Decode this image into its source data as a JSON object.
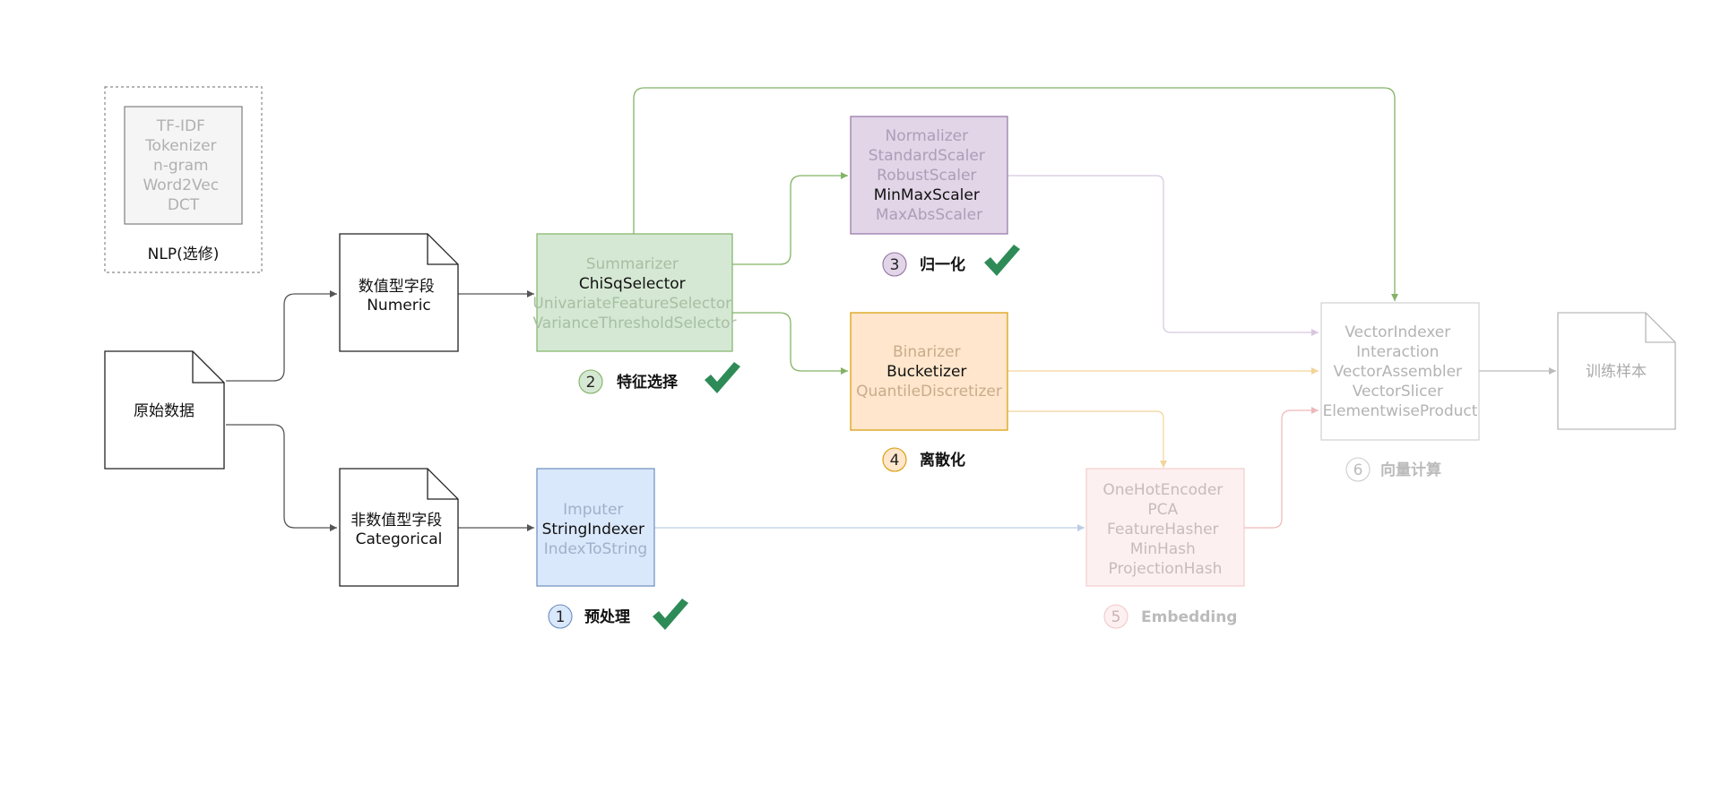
{
  "colors": {
    "arrow_dark": "#555555",
    "green_fill": "#d5e8d4",
    "green_stroke": "#82b366",
    "purple_fill": "#e1d5e7",
    "purple_stroke": "#9673a6",
    "orange_fill": "#ffe6cc",
    "orange_stroke": "#d79b00",
    "blue_fill": "#dae8fc",
    "blue_stroke": "#6c8ebf",
    "pink_fill": "#fdf0f0",
    "pink_stroke": "#f2c9c9",
    "gray_fill": "#f5f5f5",
    "gray_stroke": "#666666",
    "check": "#2e8b57"
  },
  "nodes": {
    "nlp": {
      "items": [
        "TF-IDF",
        "Tokenizer",
        "n-gram",
        "Word2Vec",
        "DCT"
      ],
      "caption": "NLP(选修)"
    },
    "raw": {
      "lines": [
        "原始数据"
      ]
    },
    "numeric": {
      "lines": [
        "数值型字段",
        "Numeric"
      ]
    },
    "categorical": {
      "lines": [
        "非数值型字段",
        "Categorical"
      ]
    },
    "feature_select": {
      "items": [
        "Summarizer",
        "ChiSqSelector",
        "UnivariateFeatureSelector",
        "VarianceThresholdSelector"
      ],
      "highlight": "ChiSqSelector"
    },
    "normalize": {
      "items": [
        "Normalizer",
        "StandardScaler",
        "RobustScaler",
        "MinMaxScaler",
        "MaxAbsScaler"
      ],
      "highlight": "MinMaxScaler"
    },
    "discretize": {
      "items": [
        "Binarizer",
        "Bucketizer",
        "QuantileDiscretizer"
      ],
      "highlight": "Bucketizer"
    },
    "preprocess": {
      "items": [
        "Imputer",
        "StringIndexer",
        "IndexToString"
      ],
      "highlight": "StringIndexer"
    },
    "embedding": {
      "items": [
        "OneHotEncoder",
        "PCA",
        "FeatureHasher",
        "MinHash",
        "ProjectionHash"
      ]
    },
    "vector": {
      "items": [
        "VectorIndexer",
        "Interaction",
        "VectorAssembler",
        "VectorSlicer",
        "ElementwiseProduct"
      ]
    },
    "samples": {
      "lines": [
        "训练样本"
      ]
    }
  },
  "steps": [
    {
      "id": "preprocess",
      "number": "1",
      "label": "预处理",
      "checked": true
    },
    {
      "id": "feature_select",
      "number": "2",
      "label": "特征选择",
      "checked": true
    },
    {
      "id": "normalize",
      "number": "3",
      "label": "归一化",
      "checked": true
    },
    {
      "id": "discretize",
      "number": "4",
      "label": "离散化",
      "checked": false
    },
    {
      "id": "embedding",
      "number": "5",
      "label": "Embedding",
      "checked": false
    },
    {
      "id": "vector",
      "number": "6",
      "label": "向量计算",
      "checked": false
    }
  ]
}
